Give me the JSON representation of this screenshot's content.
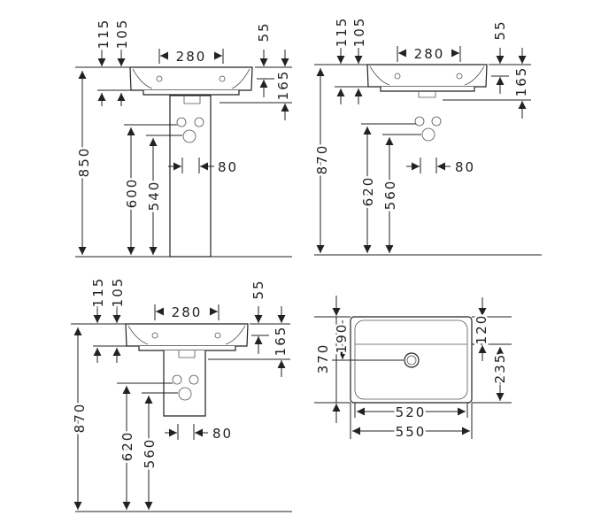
{
  "views": {
    "pedestal": {
      "d115": "115",
      "d105": "105",
      "d280": "280",
      "d55": "55",
      "d165": "165",
      "d850": "850",
      "d600": "600",
      "d540": "540",
      "d80": "80"
    },
    "wall": {
      "d115": "115",
      "d105": "105",
      "d280": "280",
      "d55": "55",
      "d165": "165",
      "d870": "870",
      "d620": "620",
      "d560": "560",
      "d80": "80"
    },
    "semi_pedestal": {
      "d115": "115",
      "d105": "105",
      "d280": "280",
      "d55": "55",
      "d165": "165",
      "d870": "870",
      "d620": "620",
      "d560": "560",
      "d80": "80"
    },
    "top": {
      "d370": "370",
      "d190": "190",
      "d120": "120",
      "d235": "235",
      "d520": "520",
      "d550": "550"
    }
  }
}
